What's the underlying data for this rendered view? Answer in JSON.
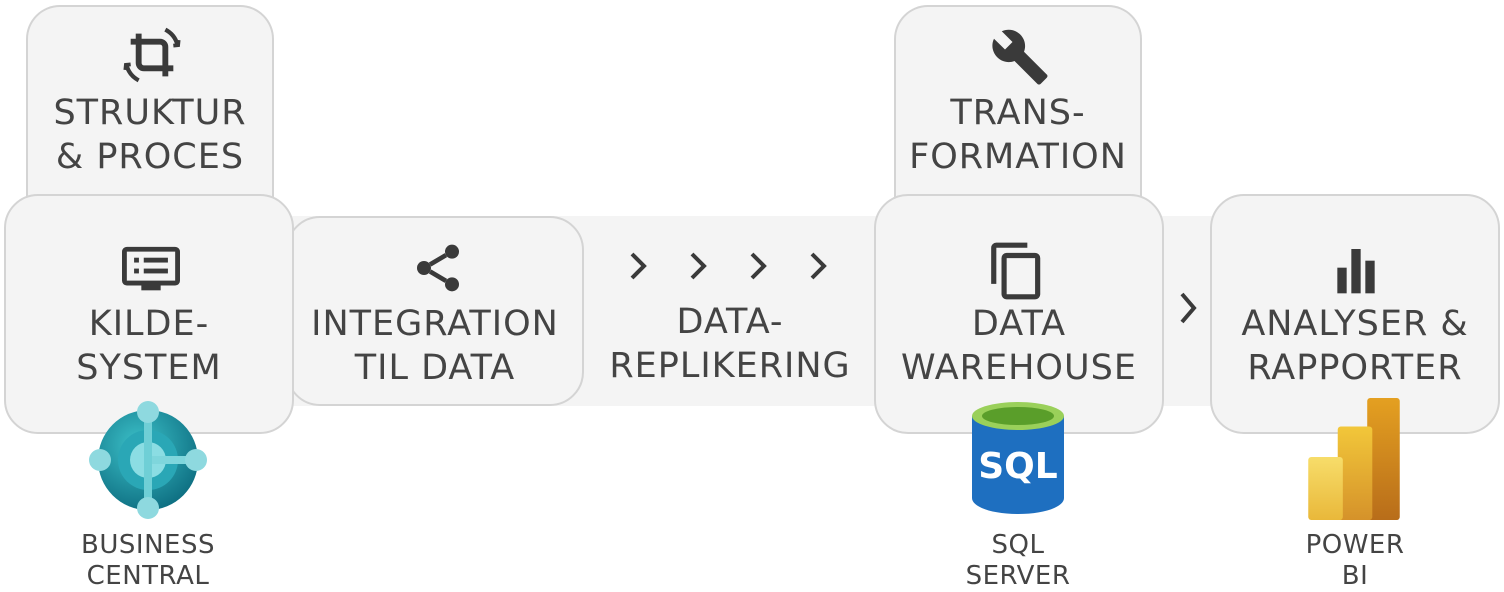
{
  "steps": {
    "struktur": {
      "line1": "STRUKTUR",
      "line2": "& PROCES",
      "icon": "crop-rotate-icon"
    },
    "transformation": {
      "line1": "TRANS-",
      "line2": "FORMATION",
      "icon": "wrench-icon"
    },
    "kilde": {
      "line1": "KILDE-",
      "line2": "SYSTEM",
      "icon": "monitor-list-icon"
    },
    "integration": {
      "line1": "INTEGRATION",
      "line2": "TIL DATA",
      "icon": "share-icon"
    },
    "replikering": {
      "line1": "DATA-",
      "line2": "REPLIKERING",
      "icon": "chevrons-icon"
    },
    "warehouse": {
      "line1": "DATA",
      "line2": "WAREHOUSE",
      "icon": "copy-icon"
    },
    "analyser": {
      "line1": "ANALYSER &",
      "line2": "RAPPORTER",
      "icon": "bar-chart-icon"
    }
  },
  "logos": {
    "business_central": {
      "line1": "BUSINESS",
      "line2": "CENTRAL"
    },
    "sql_server": {
      "text": "SQL",
      "line1": "SQL",
      "line2": "SERVER"
    },
    "power_bi": {
      "line1": "POWER",
      "line2": "BI"
    }
  },
  "colors": {
    "box_fill": "#f4f4f4",
    "box_border": "#d4d4d4",
    "text": "#444444",
    "sql_blue": "#1e6fc0",
    "bc_teal": "#1a8fa0",
    "pbi_gold": "#e8b62a"
  }
}
